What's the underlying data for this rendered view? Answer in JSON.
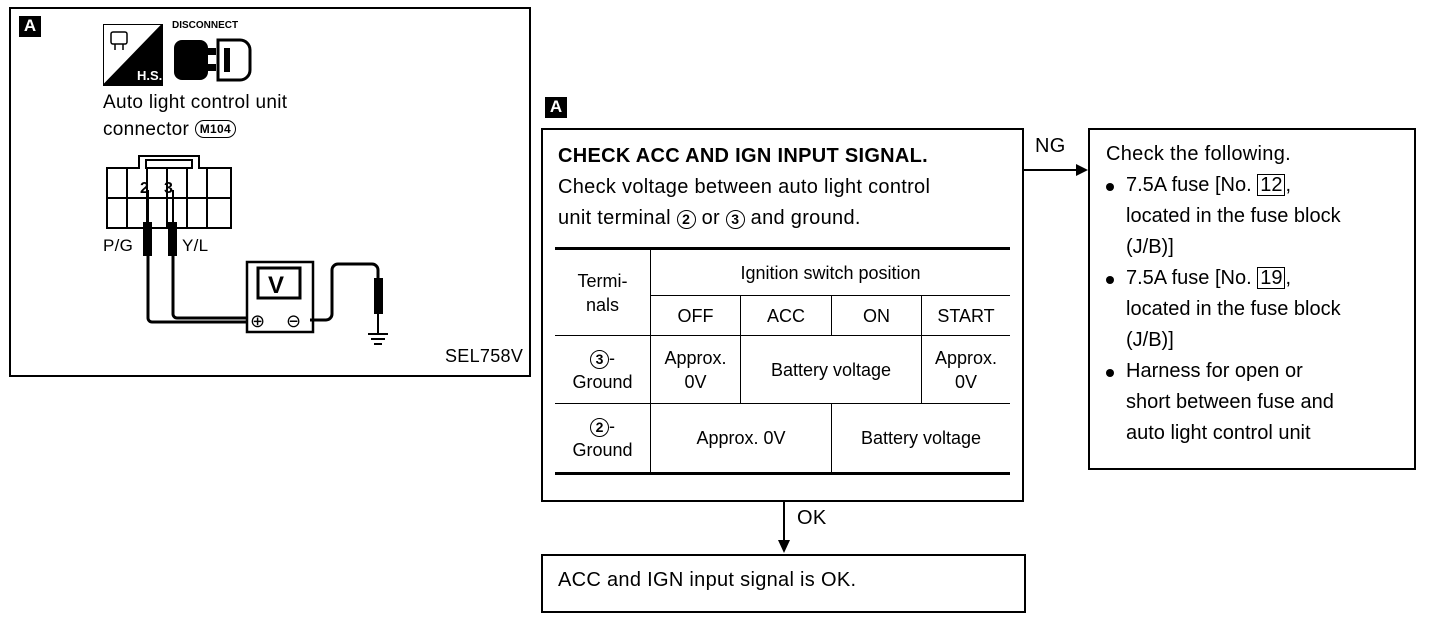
{
  "left_panel": {
    "badge": "A",
    "hs_label": "H.S.",
    "disconnect_label": "DISCONNECT",
    "connector_title_line1": "Auto light control unit",
    "connector_title_line2": "connector",
    "connector_code": "M104",
    "terminal_2": "2",
    "terminal_3": "3",
    "wire_pg": "P/G",
    "wire_yl": "Y/L",
    "meter_label": "V",
    "plus_symbol": "⊕",
    "minus_symbol": "⊖",
    "figure_code": "SEL758V"
  },
  "check_box": {
    "badge": "A",
    "title": "CHECK ACC AND IGN INPUT SIGNAL.",
    "desc_line1": "Check voltage between auto light control",
    "desc_line2_pre": "unit terminal",
    "terminal_a": "2",
    "or_word": "or",
    "terminal_b": "3",
    "desc_line2_post": "and ground.",
    "table": {
      "terminals_header": "Termi-\nnals",
      "position_header": "Ignition switch position",
      "columns": [
        "OFF",
        "ACC",
        "ON",
        "START"
      ],
      "row1": {
        "terminal": "3",
        "label": "- \nGround",
        "off": "Approx.\n0V",
        "acc_on": "Battery voltage",
        "start": "Approx.\n0V"
      },
      "row2": {
        "terminal": "2",
        "label": "- \nGround",
        "off_acc": "Approx. 0V",
        "on_start": "Battery voltage"
      }
    }
  },
  "ng_label": "NG",
  "ok_label": "OK",
  "ng_box": {
    "title": "Check the following.",
    "item1_pre": "7.5A fuse [No. ",
    "item1_num": "12",
    "item1_post": ",\nlocated in the fuse block\n(J/B)]",
    "item2_pre": "7.5A fuse [No. ",
    "item2_num": "19",
    "item2_post": ",\nlocated in the fuse block\n(J/B)]",
    "item3": "Harness for open or\nshort between fuse and\nauto light control unit"
  },
  "ok_box": {
    "text": "ACC and IGN input signal is OK."
  }
}
